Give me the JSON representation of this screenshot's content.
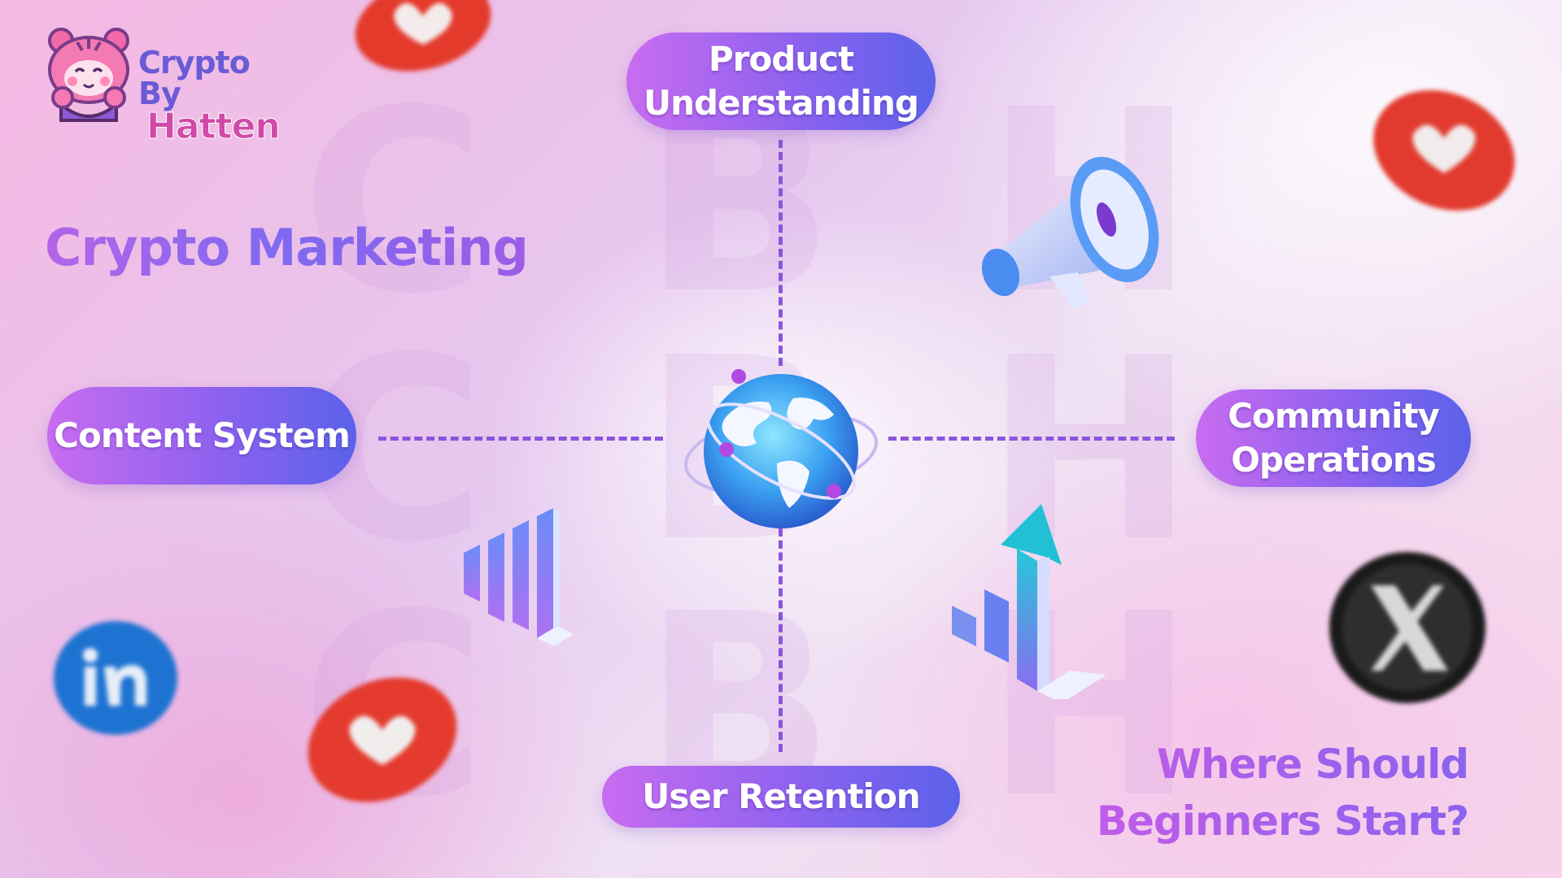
{
  "logo": {
    "line1": "Crypto By",
    "line2": "Hatten"
  },
  "heading": "Crypto Marketing",
  "pills": {
    "top": [
      "Product",
      "Understanding"
    ],
    "left": "Content System",
    "right": [
      "Community",
      "Operations"
    ],
    "bottom": "User Retention"
  },
  "question": [
    "Where Should",
    "Beginners Start?"
  ],
  "colors": {
    "accent_purple": "#8d62ef",
    "accent_pink": "#c86cf0",
    "accent_blue": "#5a62ea",
    "heart_red": "#e8382f"
  },
  "icons": [
    "tiger-mascot-icon",
    "globe-icon",
    "megaphone-icon",
    "bar-chart-icon",
    "growth-arrow-icon",
    "heart-icon",
    "linkedin-icon",
    "x-logo-icon"
  ]
}
